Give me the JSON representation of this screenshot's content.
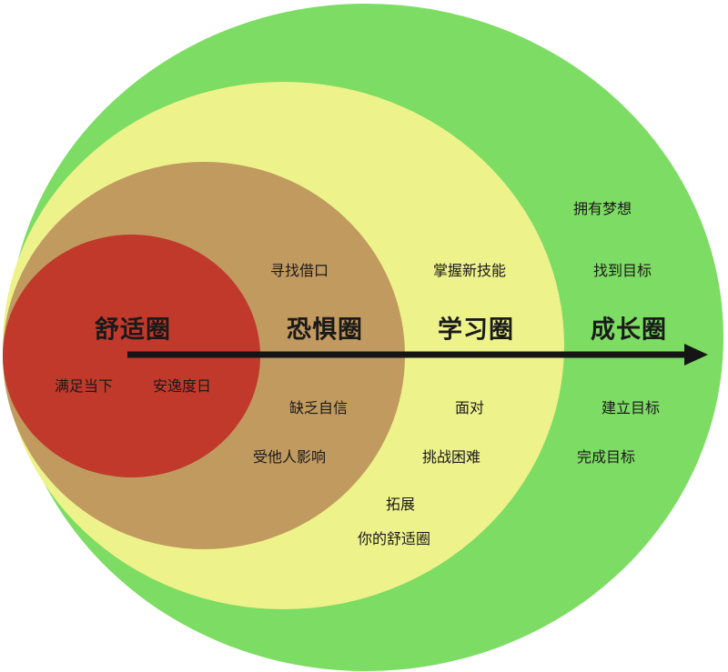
{
  "colors": {
    "growth_zone": "#7ddc63",
    "learning_zone": "#eef28a",
    "fear_zone": "#c19a60",
    "comfort_zone": "#c0392b",
    "arrow": "#151515",
    "text": "#1a1a1a"
  },
  "zones": {
    "comfort": {
      "title": "舒适圈",
      "items": [
        "满足当下",
        "安逸度日"
      ]
    },
    "fear": {
      "title": "恐惧圈",
      "items": [
        "寻找借口",
        "缺乏自信",
        "受他人影响"
      ]
    },
    "learning": {
      "title": "学习圈",
      "items": [
        "掌握新技能",
        "面对",
        "挑战困难",
        "拓展",
        "你的舒适圈"
      ]
    },
    "growth": {
      "title": "成长圈",
      "items": [
        "拥有梦想",
        "找到目标",
        "建立目标",
        "完成目标"
      ]
    }
  }
}
